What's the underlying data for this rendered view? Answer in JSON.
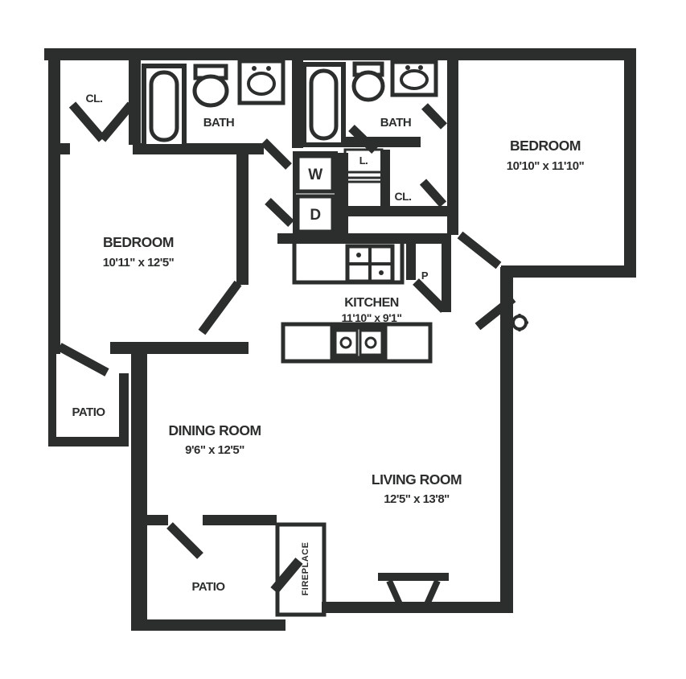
{
  "colors": {
    "wall": "#2b2e2c",
    "background": "#ffffff"
  },
  "rooms": {
    "bedroom_right": {
      "name": "BEDROOM",
      "dimensions": "10'10\" x 11'10\""
    },
    "bedroom_left": {
      "name": "BEDROOM",
      "dimensions": "10'11\" x 12'5\""
    },
    "kitchen": {
      "name": "KITCHEN",
      "dimensions": "11'10\" x 9'1\""
    },
    "dining_room": {
      "name": "DINING ROOM",
      "dimensions": "9'6\" x 12'5\""
    },
    "living_room": {
      "name": "LIVING ROOM",
      "dimensions": "12'5\" x 13'8\""
    },
    "bath_left": {
      "name": "BATH"
    },
    "bath_right": {
      "name": "BATH"
    },
    "patio_left": {
      "name": "PATIO"
    },
    "patio_bottom": {
      "name": "PATIO"
    },
    "closet_top_left": {
      "name": "CL."
    },
    "closet_bedroom_right": {
      "name": "CL."
    },
    "linen_closet": {
      "name": "L."
    },
    "pantry": {
      "name": "P"
    },
    "washer": {
      "name": "W"
    },
    "dryer": {
      "name": "D"
    },
    "fireplace": {
      "name": "FIREPLACE"
    }
  }
}
